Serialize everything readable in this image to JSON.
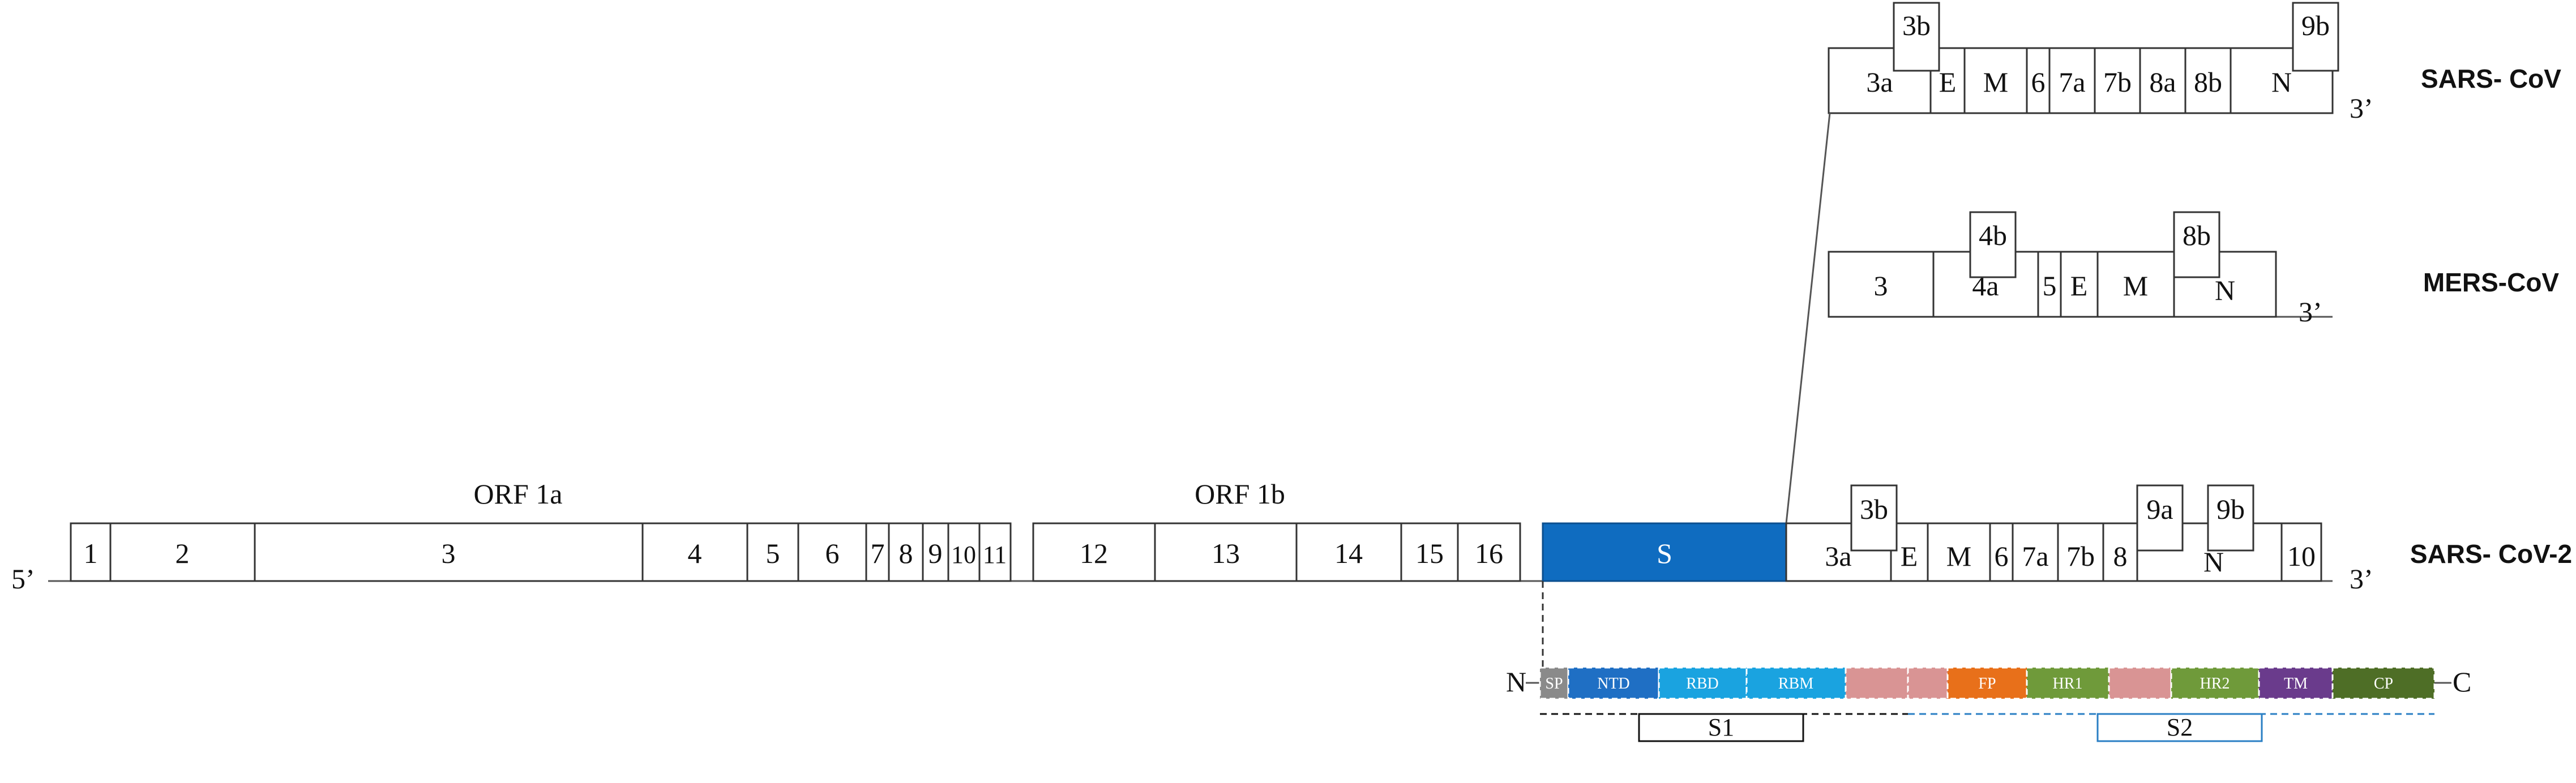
{
  "genome_labels": {
    "five_prime": "5’",
    "three_prime": "3’",
    "orf1a": "ORF 1a",
    "orf1b": "ORF 1b",
    "n_term": "N",
    "c_term": "C"
  },
  "sars_cov": {
    "name": "SARS- CoV",
    "genes": [
      "3a",
      "E",
      "M",
      "6",
      "7a",
      "7b",
      "8a",
      "8b",
      "N"
    ],
    "overlaps": [
      "3b",
      "9b"
    ]
  },
  "mers_cov": {
    "name": "MERS-CoV",
    "genes": [
      "3",
      "4a",
      "5",
      "E",
      "M",
      "N"
    ],
    "overlaps": [
      "4b",
      "8b"
    ]
  },
  "sars_cov_2": {
    "name": "SARS- CoV-2",
    "nsps": [
      "1",
      "2",
      "3",
      "4",
      "5",
      "6",
      "7",
      "8",
      "9",
      "10",
      "11",
      "12",
      "13",
      "14",
      "15",
      "16"
    ],
    "spike_label": "S",
    "genes": [
      "3a",
      "E",
      "M",
      "6",
      "7a",
      "7b",
      "8",
      "N",
      "10"
    ],
    "overlaps": [
      "3b",
      "9a",
      "9b"
    ]
  },
  "spike_domains": {
    "items": [
      {
        "label": "SP",
        "color": "#8a8a8a"
      },
      {
        "label": "NTD",
        "color": "#1f6fc4"
      },
      {
        "label": "RBD",
        "color": "#1aa3e0"
      },
      {
        "label": "RBM",
        "color": "#1aa3e0"
      },
      {
        "label": "",
        "color": "#d99494"
      },
      {
        "label": "",
        "color": "#d99494"
      },
      {
        "label": "FP",
        "color": "#e8701a"
      },
      {
        "label": "HR1",
        "color": "#6f9a3a"
      },
      {
        "label": "",
        "color": "#d99494"
      },
      {
        "label": "HR2",
        "color": "#6f9a3a"
      },
      {
        "label": "TM",
        "color": "#6a3b8c"
      },
      {
        "label": "CP",
        "color": "#4e6e26"
      }
    ],
    "s1_label": "S1",
    "s2_label": "S2"
  },
  "colors": {
    "spike_fill": "#0f6cc0",
    "s1_color": "#111111",
    "s2_color": "#2a7fc4"
  }
}
